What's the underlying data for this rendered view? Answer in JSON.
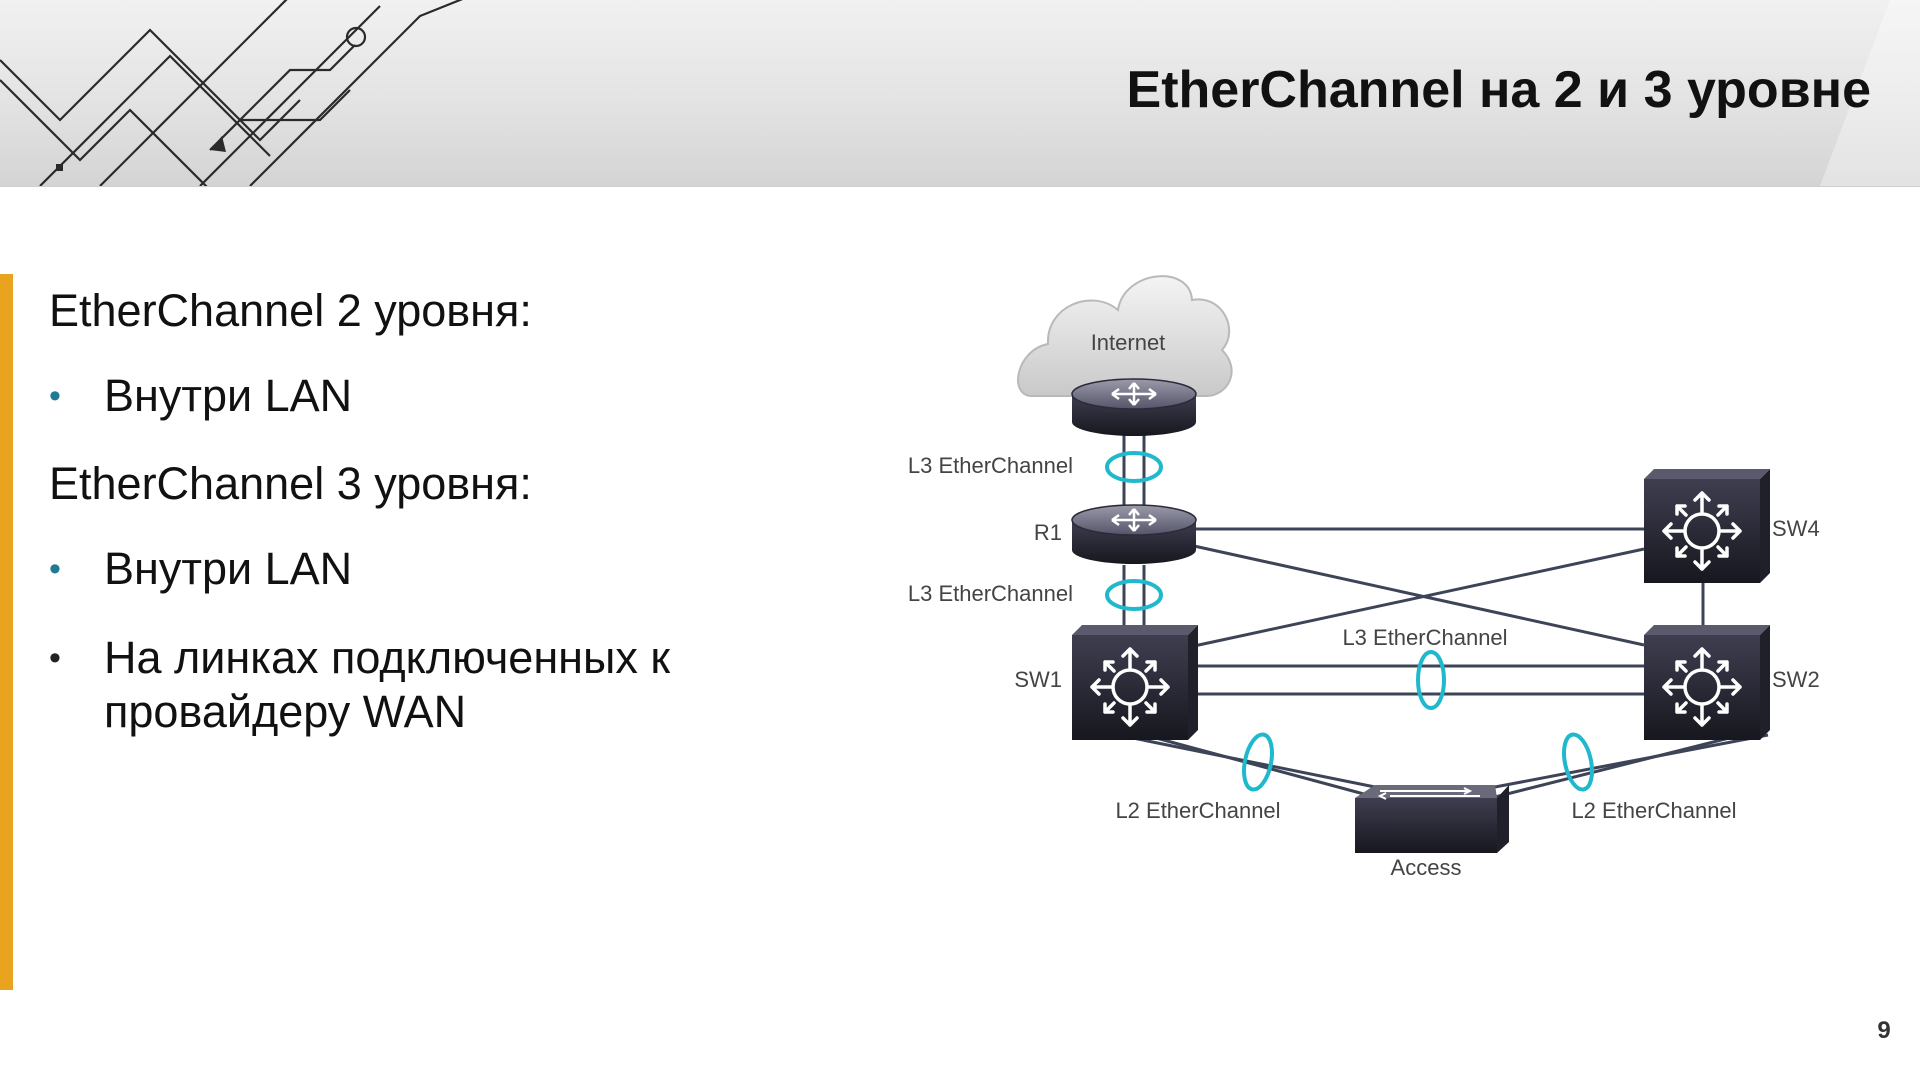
{
  "slide": {
    "title": "EtherChannel на 2 и 3 уровне",
    "page_number": "9",
    "accent_color": "#e9a31f",
    "bullet_color": "#1f7a93"
  },
  "content": {
    "heading_l2": "EtherChannel 2 уровня:",
    "l2_items": [
      "Внутри LAN"
    ],
    "heading_l3": "EtherChannel 3 уровня:",
    "l3_items": [
      "Внутри LAN",
      "На линках подключенных к провайдеру WAN"
    ]
  },
  "diagram": {
    "cloud_label": "Internet",
    "devices": {
      "r1": "R1",
      "sw1": "SW1",
      "sw2": "SW2",
      "sw4": "SW4",
      "access": "Access"
    },
    "link_labels": {
      "l3_upper": "L3 EtherChannel",
      "l3_lower": "L3 EtherChannel",
      "l3_middle": "L3 EtherChannel",
      "l2_left": "L2 EtherChannel",
      "l2_right": "L2 EtherChannel"
    },
    "etherchannel_color": "#1fb8cc",
    "icons": {
      "router": "router-icon",
      "multilayer_switch": "multilayer-switch-icon",
      "access_switch": "access-switch-icon",
      "cloud": "cloud-icon"
    }
  }
}
